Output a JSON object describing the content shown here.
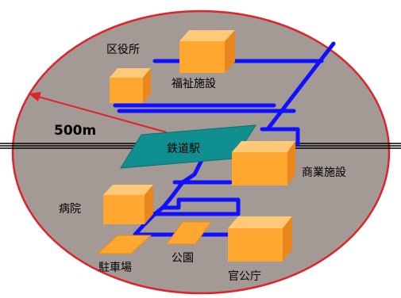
{
  "labels": {
    "ward_office": "区役所",
    "welfare": "福祉施設",
    "distance": "500m",
    "station": "鉄道駅",
    "commercial": "商業施設",
    "hospital": "病院",
    "parking": "駐車場",
    "park": "公園",
    "government": "官公庁"
  },
  "colors": {
    "area_fill": "#a39a96",
    "area_border": "#e0232a",
    "route": "#1010ff",
    "station_fill": "#0f8f8f",
    "box_front": "#ffa72e",
    "box_top": "#ffc97a",
    "box_side": "#e9871c",
    "radius_arrow": "#e0232a"
  }
}
